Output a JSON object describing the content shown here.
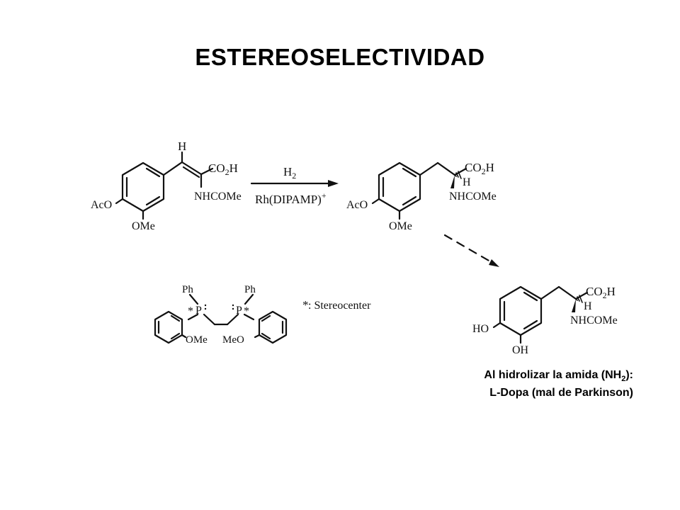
{
  "title": "ESTEREOSELECTIVIDAD",
  "reaction": {
    "reagent_top": "H",
    "reagent_top_sub": "2",
    "reagent_bottom": "Rh(DIPAMP)",
    "reagent_bottom_sup": "+"
  },
  "labels": {
    "h": "H",
    "acid": "CO",
    "acid_sub": "2",
    "acid_tail": "H",
    "amide": "NHCOMe",
    "acetoxy": "AcO",
    "methoxy": "OMe",
    "hydroxy_left": "HO",
    "hydroxy_bottom": "OH",
    "phenyl": "Ph",
    "phosphorus": "P",
    "methoxy_right": "MeO",
    "stereo_marker": "*"
  },
  "legend": {
    "marker": "*",
    "text": ": Stereocenter"
  },
  "caption": {
    "line1_pre": "Al hidrolizar la amida (NH",
    "line1_sub": "2",
    "line1_post": "):",
    "line2": "L-Dopa (mal de Parkinson)"
  }
}
